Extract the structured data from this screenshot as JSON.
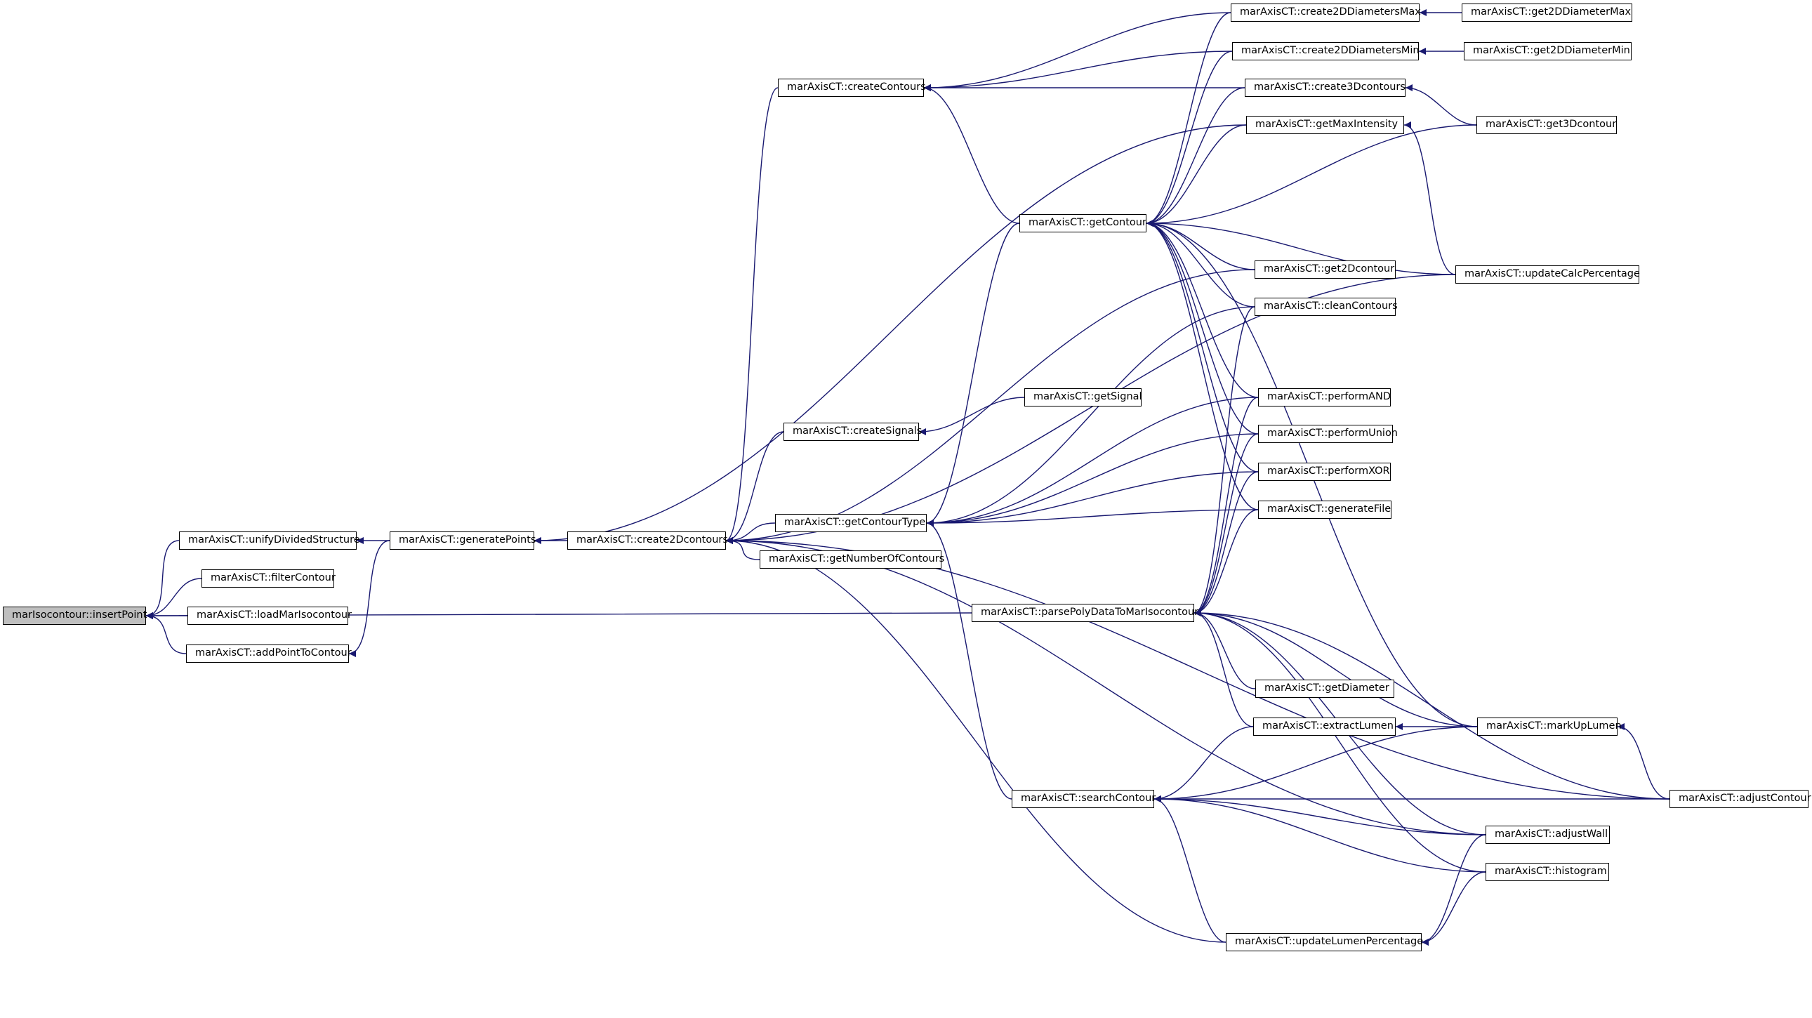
{
  "colors": {
    "edge": "#191970",
    "node_border": "#000000",
    "selected_fill": "#bfbfbf",
    "background": "#ffffff"
  },
  "nodes": {
    "insertPoint": {
      "label": "marIsocontour::insertPoint",
      "selected": true
    },
    "unifyDividedStructure": {
      "label": "marAxisCT::unifyDividedStructure"
    },
    "filterContour": {
      "label": "marAxisCT::filterContour"
    },
    "loadMarIsocontour": {
      "label": "marAxisCT::loadMarIsocontour"
    },
    "addPointToContour": {
      "label": "marAxisCT::addPointToContour"
    },
    "generatePoints": {
      "label": "marAxisCT::generatePoints"
    },
    "create2Dcontours": {
      "label": "marAxisCT::create2Dcontours"
    },
    "createContours": {
      "label": "marAxisCT::createContours"
    },
    "createSignals": {
      "label": "marAxisCT::createSignals"
    },
    "getContourType": {
      "label": "marAxisCT::getContourType"
    },
    "getNumberOfContours": {
      "label": "marAxisCT::getNumberOfContours"
    },
    "getSignal": {
      "label": "marAxisCT::getSignal"
    },
    "getContour": {
      "label": "marAxisCT::getContour"
    },
    "parsePolyDataToMarIsocontour": {
      "label": "marAxisCT::parsePolyDataToMarIsocontour"
    },
    "searchContour": {
      "label": "marAxisCT::searchContour"
    },
    "create2DDiametersMax": {
      "label": "marAxisCT::create2DDiametersMax"
    },
    "create2DDiametersMin": {
      "label": "marAxisCT::create2DDiametersMin"
    },
    "create3Dcontours": {
      "label": "marAxisCT::create3Dcontours"
    },
    "getMaxIntensity": {
      "label": "marAxisCT::getMaxIntensity"
    },
    "get2Dcontour": {
      "label": "marAxisCT::get2Dcontour"
    },
    "cleanContours": {
      "label": "marAxisCT::cleanContours"
    },
    "performAND": {
      "label": "marAxisCT::performAND"
    },
    "performUnion": {
      "label": "marAxisCT::performUnion"
    },
    "performXOR": {
      "label": "marAxisCT::performXOR"
    },
    "generateFile": {
      "label": "marAxisCT::generateFile"
    },
    "getDiameter": {
      "label": "marAxisCT::getDiameter"
    },
    "extractLumen": {
      "label": "marAxisCT::extractLumen"
    },
    "updateLumenPercentage": {
      "label": "marAxisCT::updateLumenPercentage"
    },
    "get2DDiameterMax": {
      "label": "marAxisCT::get2DDiameterMax"
    },
    "get2DDiameterMin": {
      "label": "marAxisCT::get2DDiameterMin"
    },
    "get3Dcontour": {
      "label": "marAxisCT::get3Dcontour"
    },
    "updateCalcPercentage": {
      "label": "marAxisCT::updateCalcPercentage"
    },
    "markUpLumen": {
      "label": "marAxisCT::markUpLumen"
    },
    "adjustWall": {
      "label": "marAxisCT::adjustWall"
    },
    "histogram": {
      "label": "marAxisCT::histogram"
    },
    "adjustContour": {
      "label": "marAxisCT::adjustContour"
    }
  },
  "edges": [
    [
      "insertPoint",
      "unifyDividedStructure"
    ],
    [
      "insertPoint",
      "filterContour"
    ],
    [
      "insertPoint",
      "loadMarIsocontour"
    ],
    [
      "insertPoint",
      "addPointToContour"
    ],
    [
      "insertPoint",
      "parsePolyDataToMarIsocontour"
    ],
    [
      "unifyDividedStructure",
      "generatePoints"
    ],
    [
      "addPointToContour",
      "generatePoints"
    ],
    [
      "generatePoints",
      "create2Dcontours"
    ],
    [
      "generatePoints",
      "getMaxIntensity"
    ],
    [
      "create2Dcontours",
      "createContours"
    ],
    [
      "create2Dcontours",
      "createSignals"
    ],
    [
      "create2Dcontours",
      "getContourType"
    ],
    [
      "create2Dcontours",
      "getNumberOfContours"
    ],
    [
      "create2Dcontours",
      "get2Dcontour"
    ],
    [
      "create2Dcontours",
      "updateCalcPercentage"
    ],
    [
      "create2Dcontours",
      "updateLumenPercentage"
    ],
    [
      "create2Dcontours",
      "adjustWall"
    ],
    [
      "create2Dcontours",
      "adjustContour"
    ],
    [
      "createContours",
      "create2DDiametersMax"
    ],
    [
      "createContours",
      "create2DDiametersMin"
    ],
    [
      "createContours",
      "create3Dcontours"
    ],
    [
      "createContours",
      "getContour"
    ],
    [
      "createSignals",
      "getSignal"
    ],
    [
      "getContourType",
      "getContour"
    ],
    [
      "getContourType",
      "cleanContours"
    ],
    [
      "getContourType",
      "performAND"
    ],
    [
      "getContourType",
      "performUnion"
    ],
    [
      "getContourType",
      "performXOR"
    ],
    [
      "getContourType",
      "generateFile"
    ],
    [
      "getContourType",
      "searchContour"
    ],
    [
      "getContour",
      "create2DDiametersMax"
    ],
    [
      "getContour",
      "create2DDiametersMin"
    ],
    [
      "getContour",
      "create3Dcontours"
    ],
    [
      "getContour",
      "getMaxIntensity"
    ],
    [
      "getContour",
      "get3Dcontour"
    ],
    [
      "getContour",
      "updateCalcPercentage"
    ],
    [
      "getContour",
      "get2Dcontour"
    ],
    [
      "getContour",
      "cleanContours"
    ],
    [
      "getContour",
      "performAND"
    ],
    [
      "getContour",
      "performUnion"
    ],
    [
      "getContour",
      "performXOR"
    ],
    [
      "getContour",
      "generateFile"
    ],
    [
      "getContour",
      "markUpLumen"
    ],
    [
      "parsePolyDataToMarIsocontour",
      "cleanContours"
    ],
    [
      "parsePolyDataToMarIsocontour",
      "performAND"
    ],
    [
      "parsePolyDataToMarIsocontour",
      "performUnion"
    ],
    [
      "parsePolyDataToMarIsocontour",
      "performXOR"
    ],
    [
      "parsePolyDataToMarIsocontour",
      "generateFile"
    ],
    [
      "parsePolyDataToMarIsocontour",
      "getDiameter"
    ],
    [
      "parsePolyDataToMarIsocontour",
      "extractLumen"
    ],
    [
      "parsePolyDataToMarIsocontour",
      "markUpLumen"
    ],
    [
      "parsePolyDataToMarIsocontour",
      "adjustWall"
    ],
    [
      "parsePolyDataToMarIsocontour",
      "histogram"
    ],
    [
      "parsePolyDataToMarIsocontour",
      "adjustContour"
    ],
    [
      "searchContour",
      "extractLumen"
    ],
    [
      "searchContour",
      "markUpLumen"
    ],
    [
      "searchContour",
      "adjustContour"
    ],
    [
      "searchContour",
      "adjustWall"
    ],
    [
      "searchContour",
      "histogram"
    ],
    [
      "searchContour",
      "updateLumenPercentage"
    ],
    [
      "create2DDiametersMax",
      "get2DDiameterMax"
    ],
    [
      "create2DDiametersMin",
      "get2DDiameterMin"
    ],
    [
      "create3Dcontours",
      "get3Dcontour"
    ],
    [
      "getMaxIntensity",
      "updateCalcPercentage"
    ],
    [
      "extractLumen",
      "markUpLumen"
    ],
    [
      "markUpLumen",
      "adjustContour"
    ],
    [
      "updateLumenPercentage",
      "adjustWall"
    ],
    [
      "updateLumenPercentage",
      "histogram"
    ]
  ]
}
